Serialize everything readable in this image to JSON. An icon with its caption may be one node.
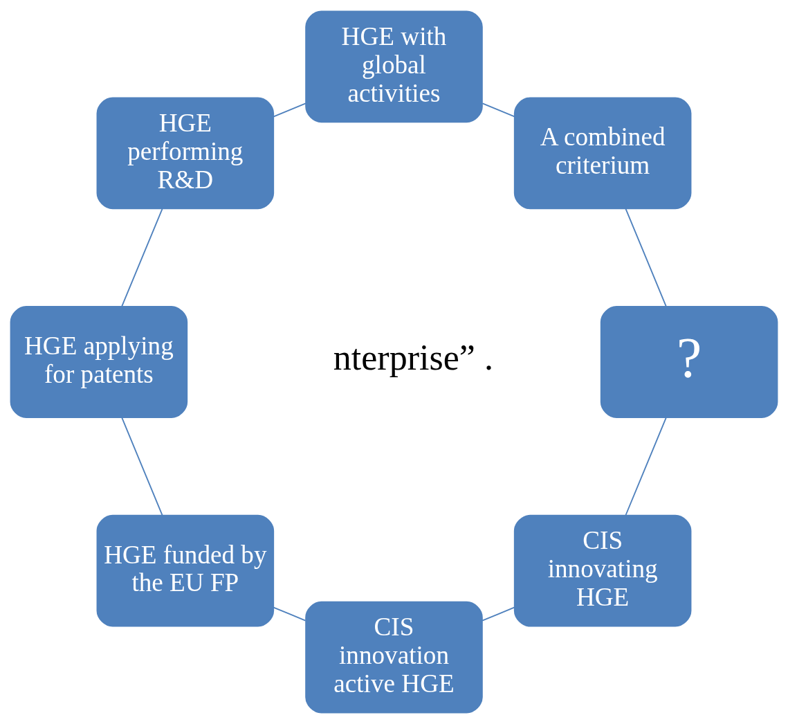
{
  "diagram": {
    "nodes": [
      {
        "text": [
          "CIS innovating HGE"
        ]
      },
      {
        "text": [
          "CIS innovation active HGE"
        ]
      },
      {
        "text": [
          "HGE funded by the EU FP"
        ]
      },
      {
        "text": [
          "HGE applying for patents"
        ]
      },
      {
        "text": [
          "HGE performing R&D"
        ]
      },
      {
        "text": [
          "HGE with global activities"
        ]
      },
      {
        "text": [
          "A combined criterium"
        ]
      },
      {
        "text": [
          "?"
        ]
      }
    ],
    "edges": [
      {
        "from": 0,
        "to": 1,
        "arrow": "none"
      },
      {
        "from": 1,
        "to": 2,
        "arrow": "none"
      },
      {
        "from": 2,
        "to": 3,
        "arrow": "none"
      },
      {
        "from": 3,
        "to": 4,
        "arrow": "none"
      },
      {
        "from": 4,
        "to": 5,
        "arrow": "none"
      },
      {
        "from": 5,
        "to": 6,
        "arrow": "none"
      },
      {
        "from": 6,
        "to": 7,
        "arrow": "none"
      },
      {
        "from": 7,
        "to": 0,
        "arrow": "none"
      }
    ],
    "labels": [
      "nterprise” ."
    ]
  }
}
